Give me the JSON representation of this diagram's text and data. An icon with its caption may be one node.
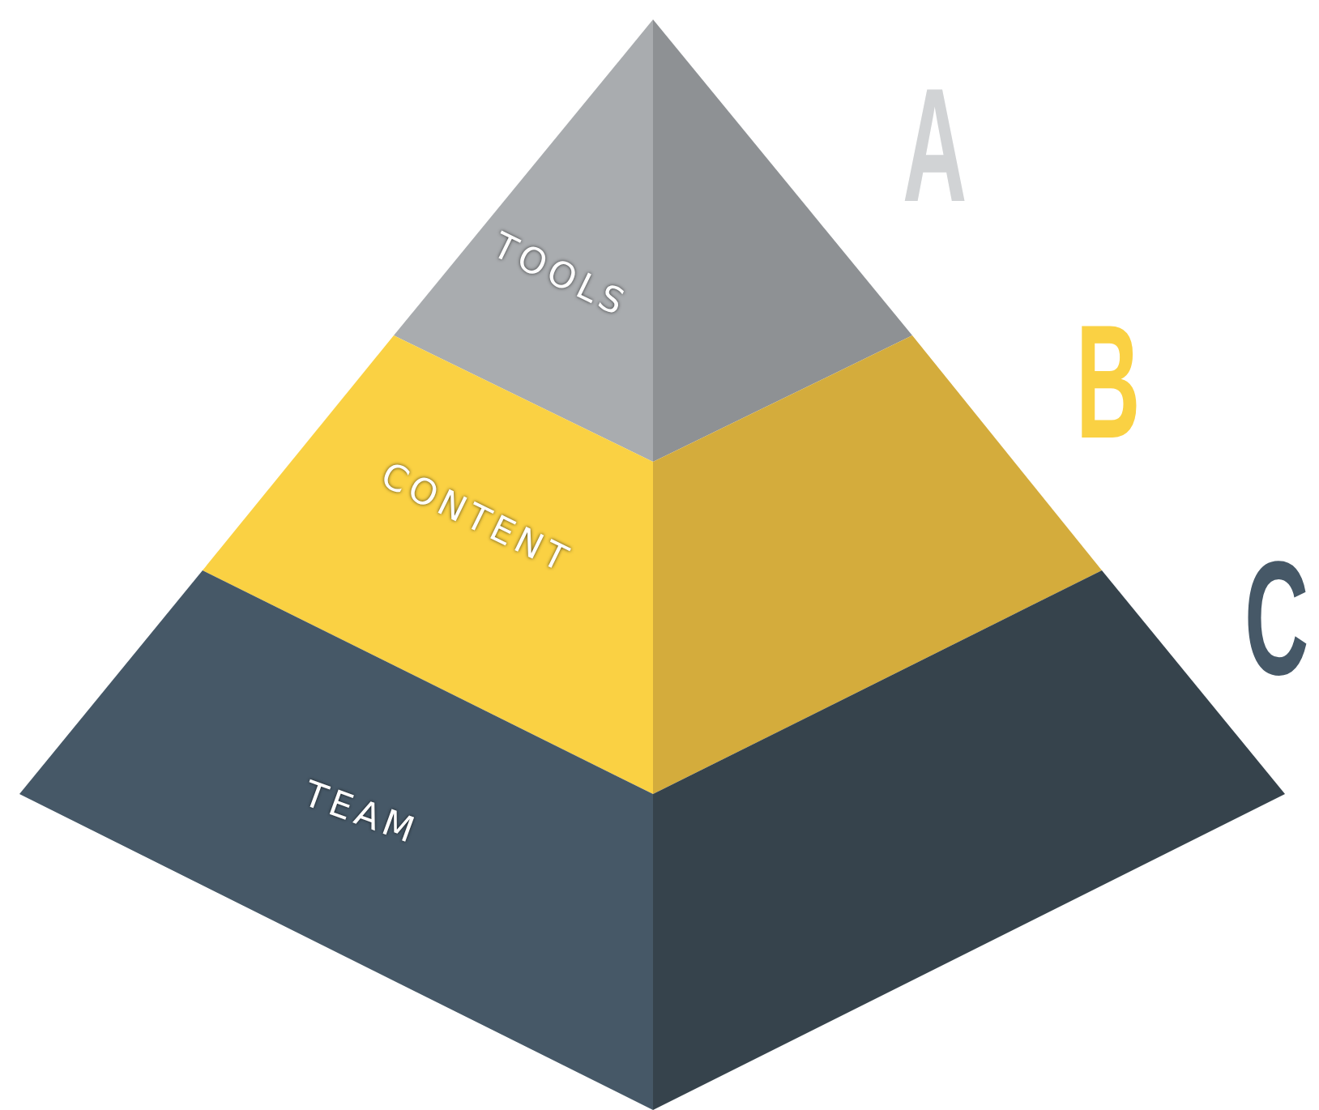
{
  "diagram": {
    "nodes": [
      {
        "text": [
          "TOOLS"
        ],
        "beside": [
          "A"
        ]
      },
      {
        "text": [
          "CONTENT"
        ],
        "beside": [
          "B"
        ]
      },
      {
        "text": [
          "TEAM"
        ],
        "beside": [
          "C"
        ]
      }
    ]
  }
}
